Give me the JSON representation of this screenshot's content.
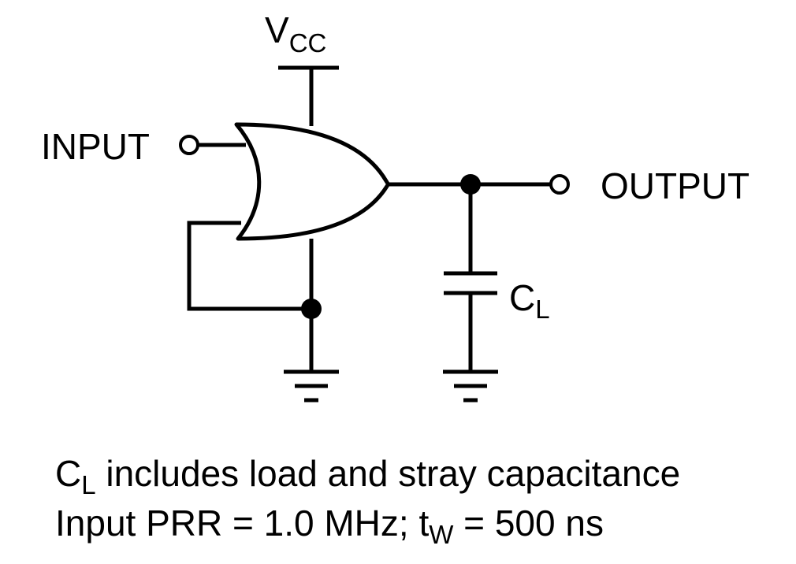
{
  "labels": {
    "vcc_main": "V",
    "vcc_sub": "CC",
    "input": "INPUT",
    "output": "OUTPUT",
    "cl_main": "C",
    "cl_sub": "L"
  },
  "notes": {
    "line1_main": "C",
    "line1_sub": "L",
    "line1_rest": " includes load and stray capacitance",
    "line2_start": "Input PRR = 1.0 MHz; t",
    "line2_sub": "W",
    "line2_end": " = 500 ns"
  }
}
